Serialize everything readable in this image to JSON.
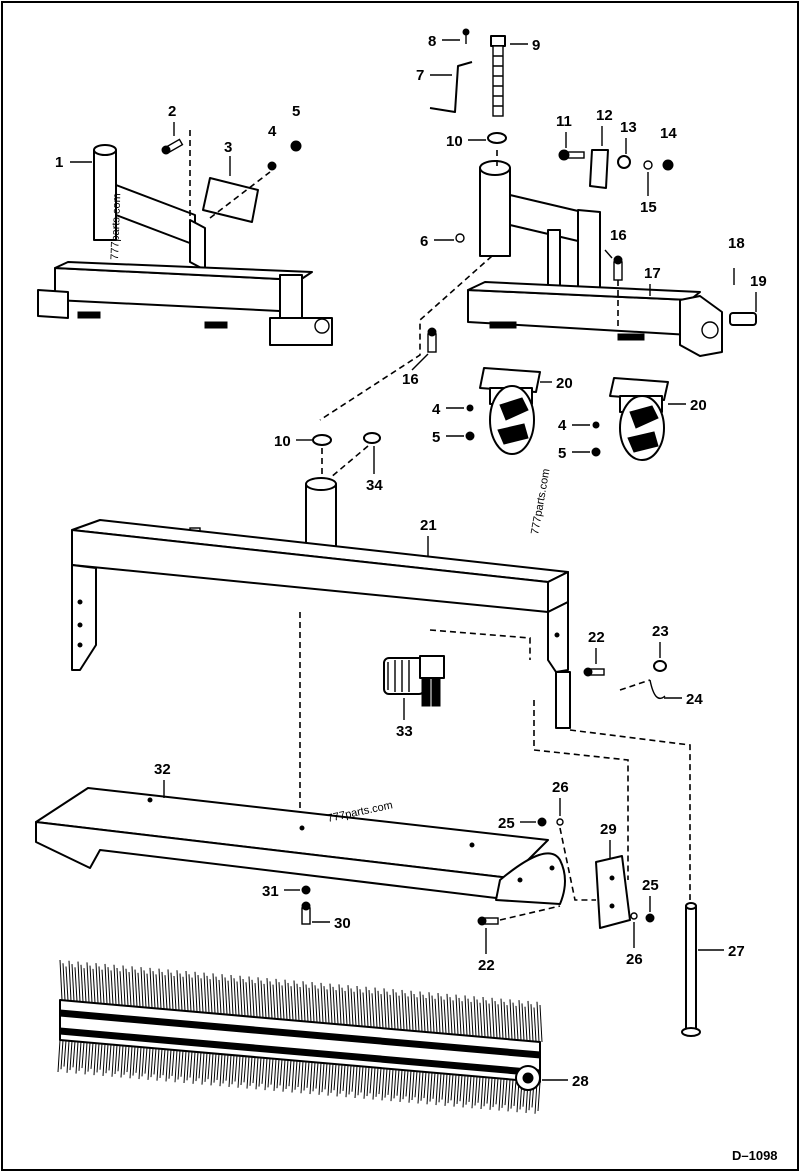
{
  "drawing": {
    "number": "D–1098",
    "watermark": "777parts.com"
  },
  "callouts": {
    "c1": "1",
    "c2": "2",
    "c3": "3",
    "c4a": "4",
    "c5a": "5",
    "c6": "6",
    "c7": "7",
    "c8": "8",
    "c9": "9",
    "c10a": "10",
    "c11": "11",
    "c12": "12",
    "c13": "13",
    "c14": "14",
    "c15": "15",
    "c16a": "16",
    "c17": "17",
    "c18": "18",
    "c19": "19",
    "c16b": "16",
    "c20a": "20",
    "c20b": "20",
    "c4b": "4",
    "c5b": "5",
    "c4c": "4",
    "c5c": "5",
    "c10b": "10",
    "c34": "34",
    "c21": "21",
    "c22a": "22",
    "c23": "23",
    "c24": "24",
    "c33": "33",
    "c32": "32",
    "c26a": "26",
    "c25a": "25",
    "c29": "29",
    "c25b": "25",
    "c31": "31",
    "c30": "30",
    "c22b": "22",
    "c26b": "26",
    "c27": "27",
    "c28": "28"
  }
}
